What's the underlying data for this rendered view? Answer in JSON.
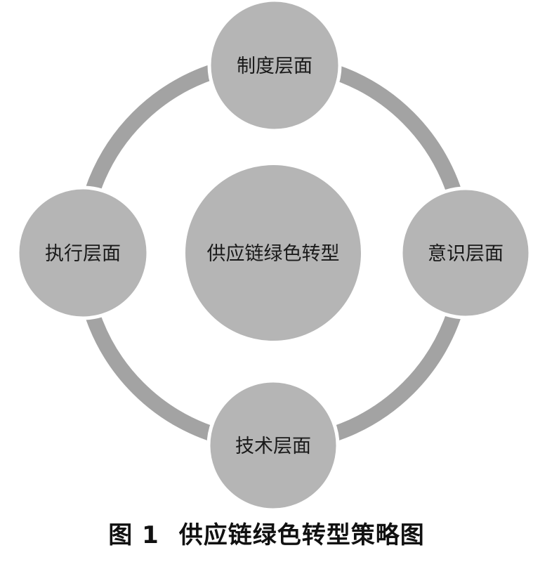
{
  "diagram": {
    "center": {
      "label": "供应链绿色转型"
    },
    "nodes": {
      "top": {
        "label": "制度层面"
      },
      "right": {
        "label": "意识层面"
      },
      "bottom": {
        "label": "技术层面"
      },
      "left": {
        "label": "执行层面"
      }
    },
    "colors": {
      "ring": "#a3a3a3",
      "node_fill": "#b5b5b5",
      "node_stroke": "#ffffff",
      "text": "#1a1a1a"
    }
  },
  "caption": {
    "number": "图 1",
    "title": "供应链绿色转型策略图"
  }
}
